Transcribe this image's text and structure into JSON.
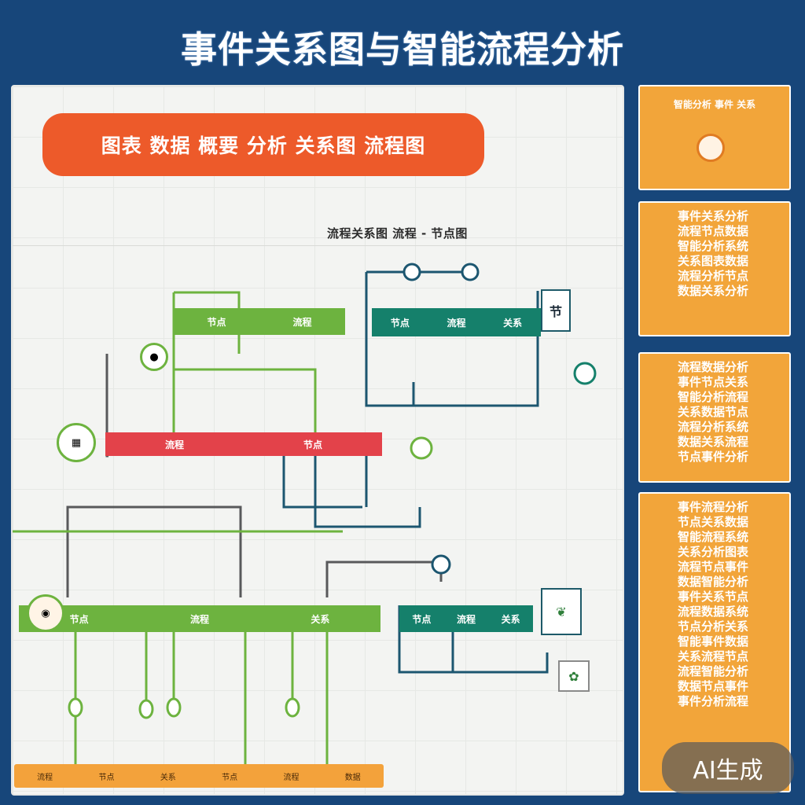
{
  "header": {
    "title": "事件关系图与智能流程分析"
  },
  "main": {
    "banner": "图表 数据 概要 分析   关系图 流程图",
    "subheading": "流程关系图 流程 - 节点图",
    "green_bar_1": [
      "节点",
      "流程"
    ],
    "teal_bar_1": [
      "节点",
      "流程",
      "关系"
    ],
    "red_bar": [
      "流程",
      "节点"
    ],
    "green_bar_2": [
      "节点",
      "流程",
      "关系"
    ],
    "teal_bar_2": [
      "节点",
      "流程",
      "关系"
    ],
    "icon_box_1": "节",
    "bottom_bar": [
      "流程",
      "节点",
      "关系",
      "节点",
      "流程",
      "数据"
    ]
  },
  "sidebar": {
    "header_text": "智能分析 事件 关系",
    "cards": [
      {
        "lines": [
          "事件关系分析",
          "流程节点数据",
          "智能分析系统",
          "关系图表数据",
          "流程分析节点",
          "数据关系分析"
        ]
      },
      {
        "lines": [
          "流程数据分析",
          "事件节点关系",
          "智能分析流程",
          "关系数据节点",
          "流程分析系统",
          "数据关系流程",
          "节点事件分析"
        ]
      },
      {
        "lines": [
          "事件流程分析",
          "节点关系数据",
          "智能流程系统",
          "关系分析图表",
          "流程节点事件",
          "数据智能分析",
          "事件关系节点",
          "流程数据系统",
          "节点分析关系",
          "智能事件数据",
          "关系流程节点",
          "流程智能分析",
          "数据节点事件",
          "事件分析流程"
        ]
      }
    ]
  },
  "badge": {
    "label": "AI生成"
  },
  "colors": {
    "background": "#17467a",
    "banner": "#ed5a2a",
    "green": "#6db33f",
    "teal": "#15806b",
    "red": "#e3424a",
    "orange": "#f2a53a"
  }
}
